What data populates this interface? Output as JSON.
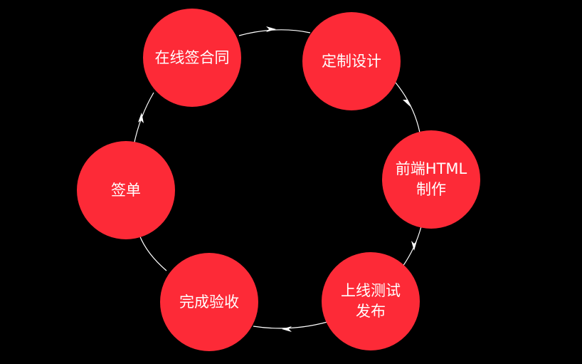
{
  "diagram": {
    "colors": {
      "background": "#000000",
      "node_fill": "#fd2a37",
      "node_text": "#ffffff",
      "connector": "#ffffff"
    },
    "steps": [
      {
        "id": "contract",
        "lines": [
          "在线签合同"
        ]
      },
      {
        "id": "design",
        "lines": [
          "定制设计"
        ]
      },
      {
        "id": "frontend",
        "lines": [
          "前端HTML",
          "制作"
        ]
      },
      {
        "id": "release",
        "lines": [
          "上线测试",
          "发布"
        ]
      },
      {
        "id": "acceptance",
        "lines": [
          "完成验收"
        ]
      },
      {
        "id": "sign",
        "lines": [
          "签单"
        ]
      }
    ]
  }
}
